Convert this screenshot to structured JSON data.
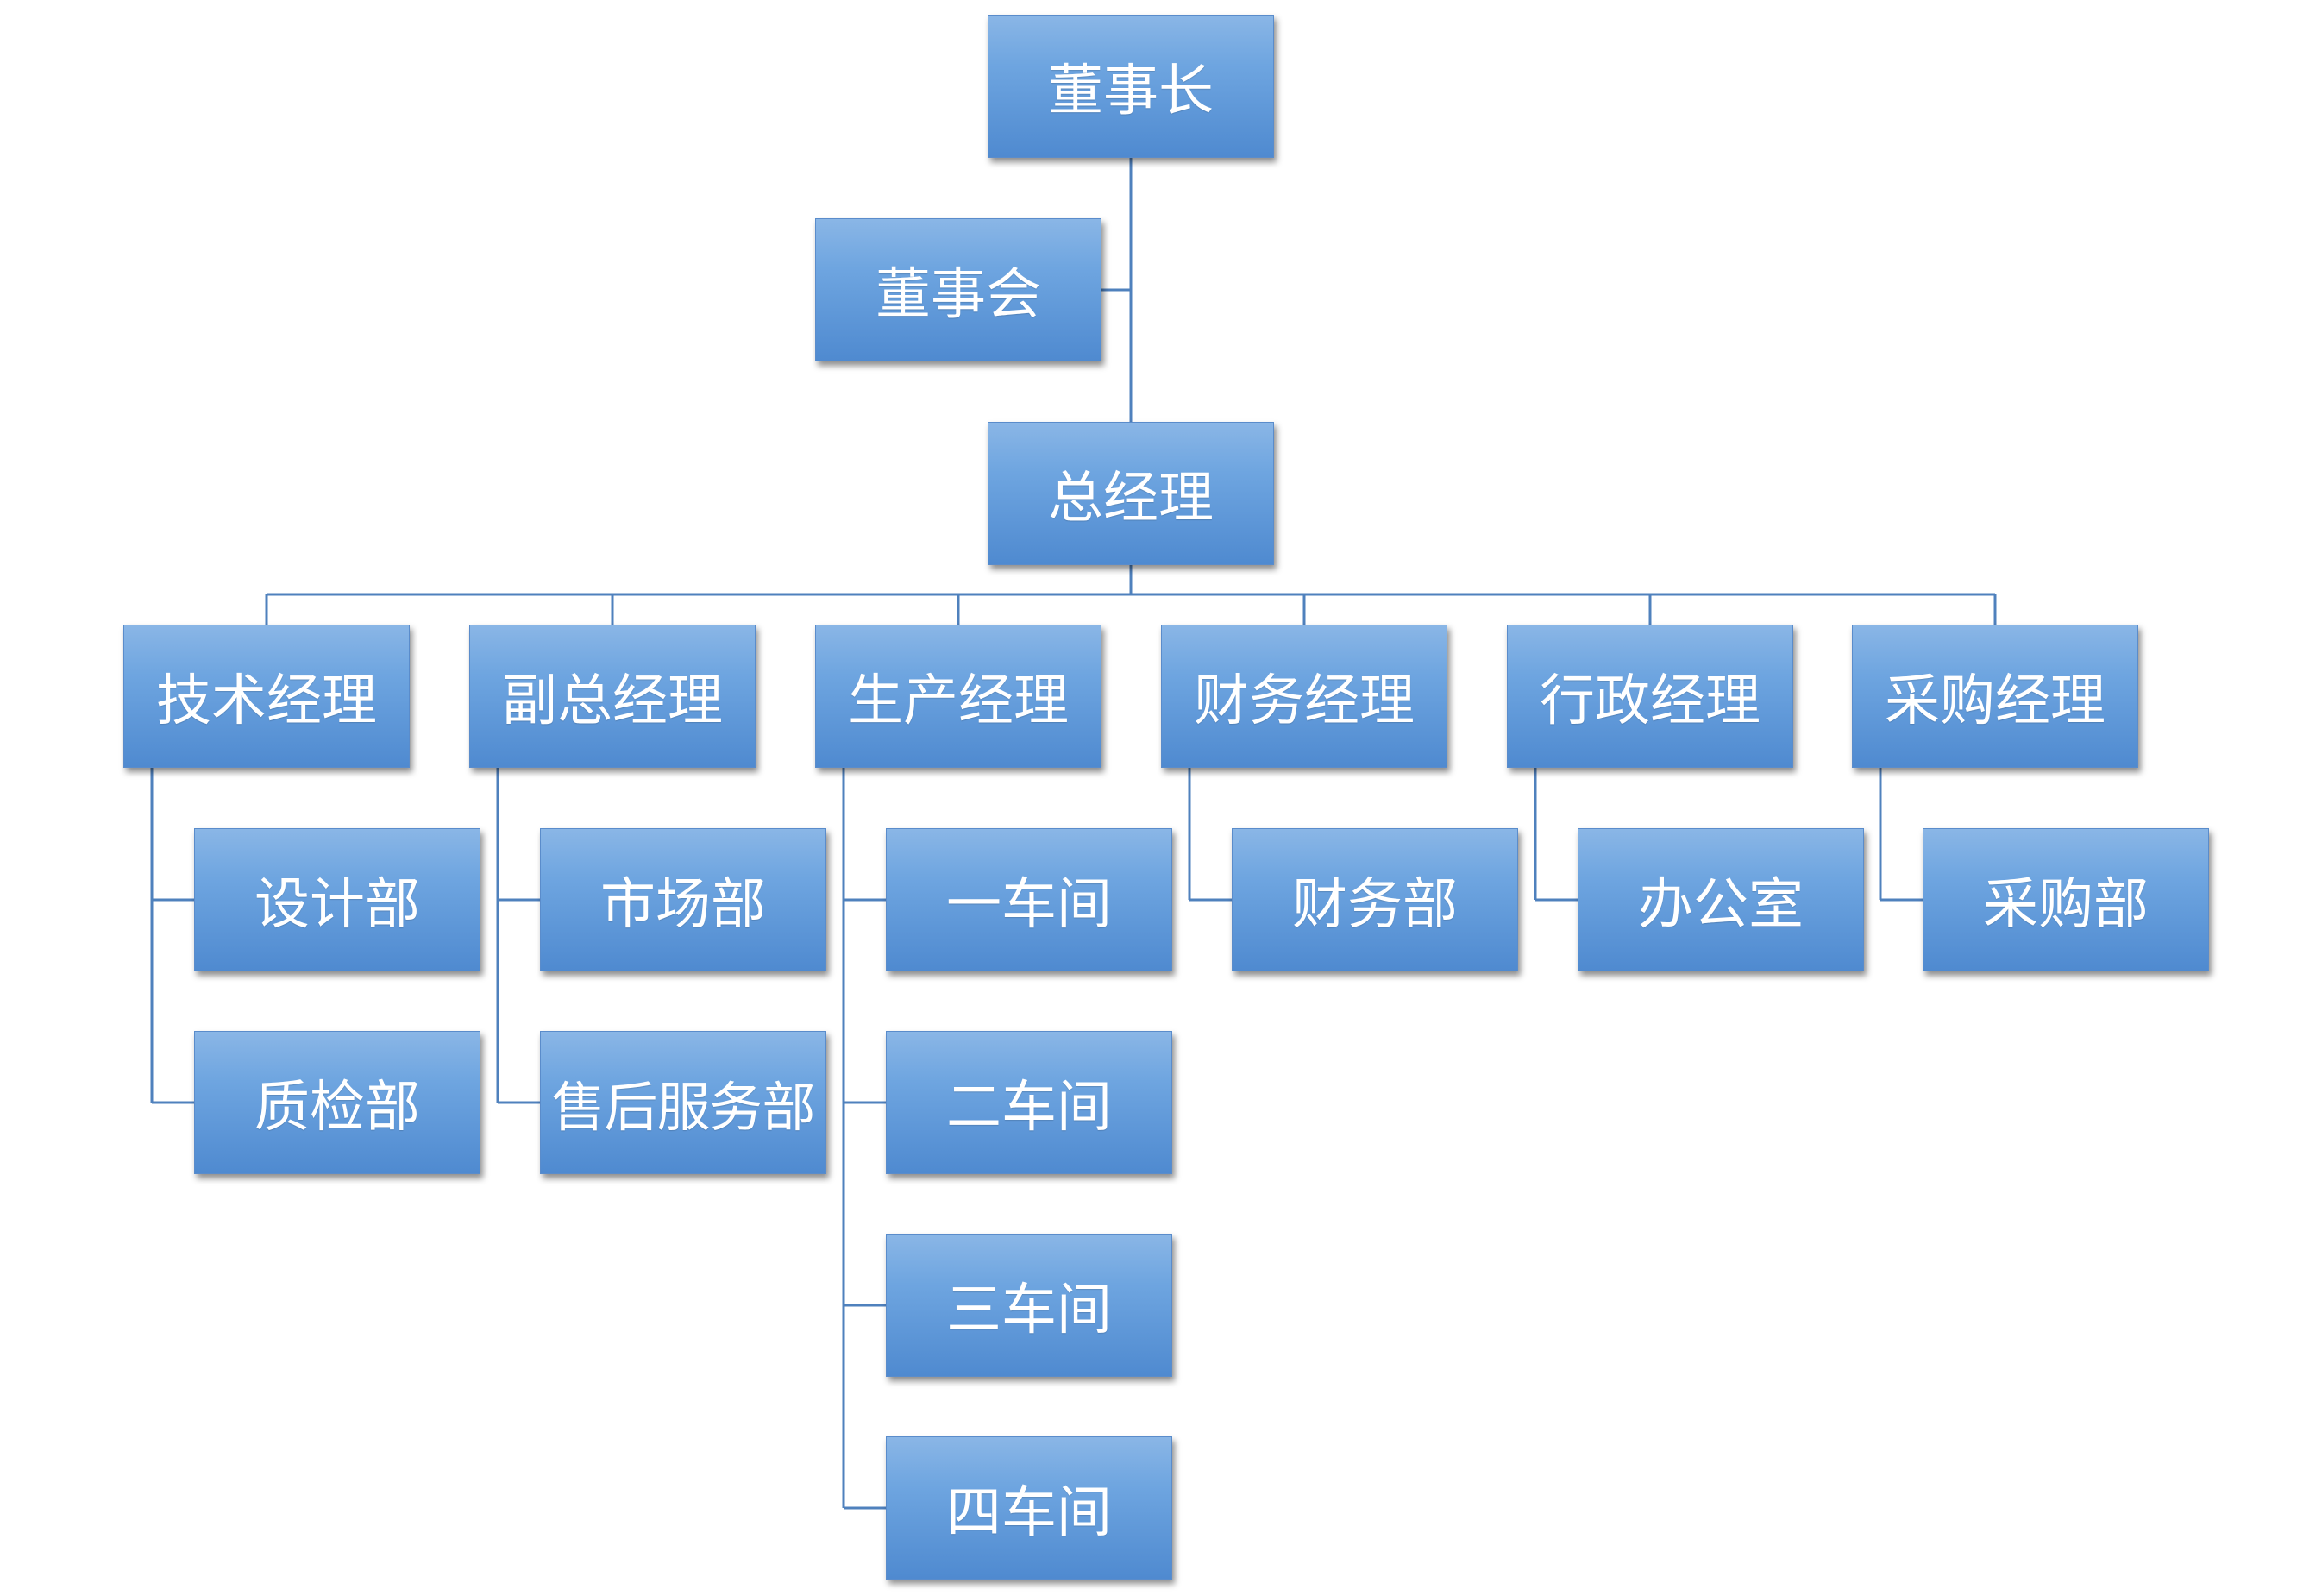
{
  "org_chart": {
    "chairman": "董事长",
    "board": "董事会",
    "general_manager": "总经理",
    "managers": {
      "tech": "技术经理",
      "vice_gm": "副总经理",
      "production": "生产经理",
      "finance": "财务经理",
      "admin": "行政经理",
      "purchasing": "采购经理"
    },
    "departments": {
      "design": "设计部",
      "quality": "质检部",
      "market": "市场部",
      "after_sales": "售后服务部",
      "workshop_1": "一车间",
      "workshop_2": "二车间",
      "workshop_3": "三车间",
      "workshop_4": "四车间",
      "finance_dept": "财务部",
      "office": "办公室",
      "purchasing_dept": "采购部"
    }
  },
  "colors": {
    "box_top": "#8ab6e6",
    "box_bottom": "#4f8ad0",
    "connector": "#4f81bd",
    "text": "#ffffff"
  }
}
